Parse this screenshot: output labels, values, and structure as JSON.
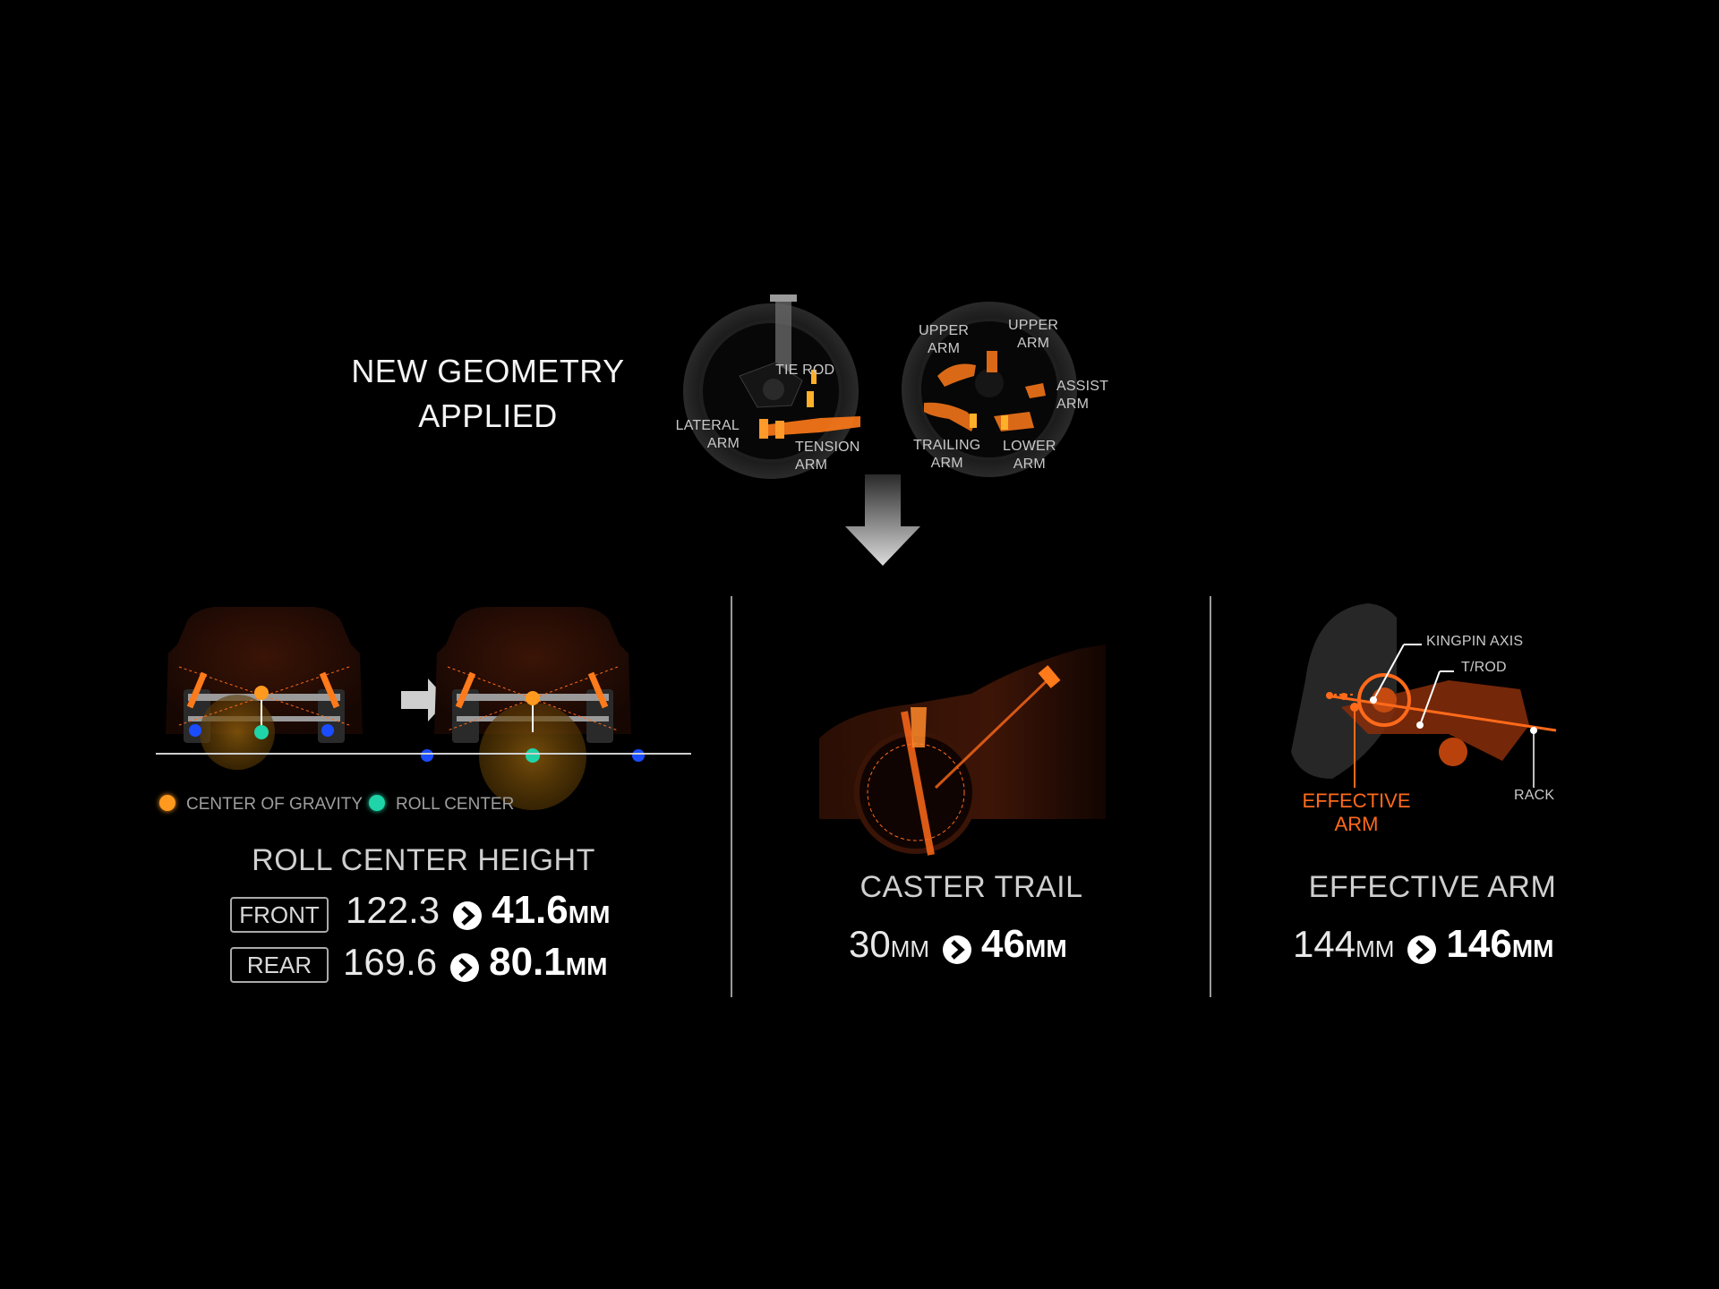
{
  "headline": [
    "NEW GEOMETRY",
    "APPLIED"
  ],
  "front_wheel_labels": {
    "tie_rod": "TIE ROD",
    "lateral_arm": [
      "LATERAL",
      "ARM"
    ],
    "tension_arm": [
      "TENSION",
      "ARM"
    ]
  },
  "rear_wheel_labels": {
    "upper_arm_1": [
      "UPPER",
      "ARM"
    ],
    "upper_arm_2": [
      "UPPER",
      "ARM"
    ],
    "assist_arm": [
      "ASSIST",
      "ARM"
    ],
    "trailing_arm": [
      "TRAILING",
      "ARM"
    ],
    "lower_arm": [
      "LOWER",
      "ARM"
    ]
  },
  "legend": {
    "center_of_gravity": "CENTER OF GRAVITY",
    "roll_center": "ROLL CENTER"
  },
  "roll_center": {
    "title": "ROLL CENTER HEIGHT",
    "front": {
      "tag": "FRONT",
      "old": "122.3",
      "new": "41.6",
      "unit": "MM"
    },
    "rear": {
      "tag": "REAR",
      "old": "169.6",
      "new": "80.1",
      "unit": "MM"
    }
  },
  "caster": {
    "title": "CASTER TRAIL",
    "old": "30",
    "old_unit": "MM",
    "new": "46",
    "new_unit": "MM"
  },
  "effective_arm": {
    "title": "EFFECTIVE ARM",
    "old": "144",
    "old_unit": "MM",
    "new": "146",
    "new_unit": "MM",
    "labels": {
      "kingpin_axis": "KINGPIN AXIS",
      "trod": "T/ROD",
      "rack": "RACK",
      "effective_arm": [
        "EFFECTIVE",
        "ARM"
      ]
    }
  },
  "colors": {
    "accent_orange": "#ff6a1a",
    "roll_center_teal": "#1fd4a8",
    "gravity_orange": "#ff9a1f",
    "blue_point": "#1b4dff"
  }
}
